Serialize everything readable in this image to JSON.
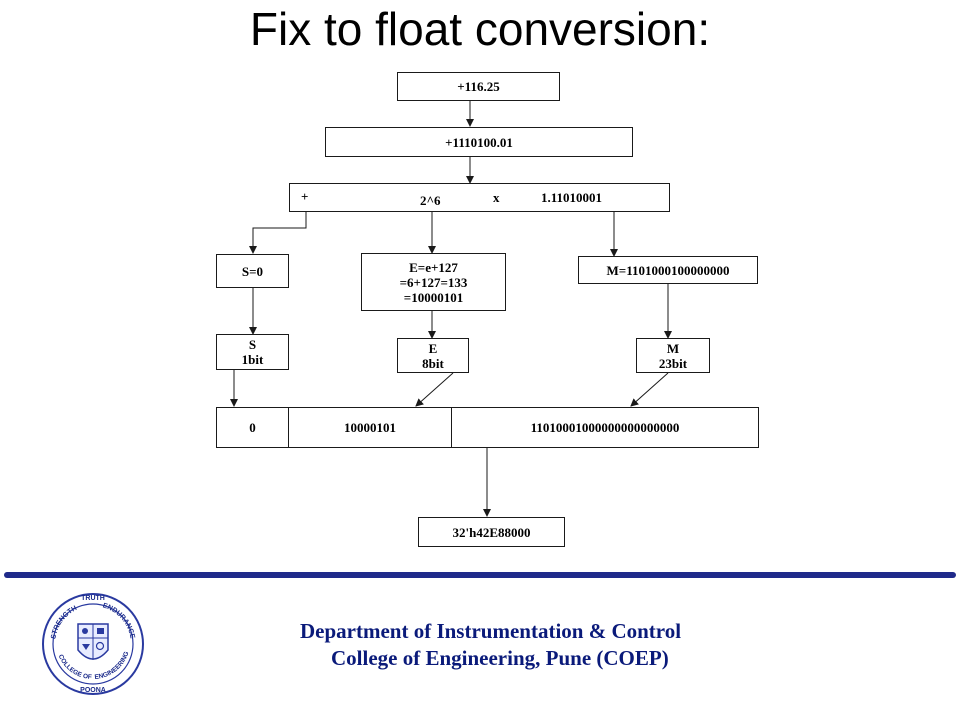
{
  "slide": {
    "title": "Fix to float conversion:"
  },
  "diagram": {
    "input": "+116.25",
    "binary": "+1110100.01",
    "normalized": {
      "sign": "+",
      "power": "2^6",
      "times": "x",
      "mantissa": "1.11010001"
    },
    "sign_calc": "S=0",
    "exponent_calc": [
      "E=e+127",
      "=6+127=133",
      "=10000101"
    ],
    "mantissa_calc": "M=1101000100000000",
    "sign_field": [
      "S",
      "1bit"
    ],
    "exponent_field": [
      "E",
      "8bit"
    ],
    "mantissa_field": [
      "M",
      "23bit"
    ],
    "result_bits": {
      "sign": "0",
      "exponent": "10000101",
      "mantissa": "11010001000000000000000"
    },
    "output": "32'h42E88000"
  },
  "footer": {
    "department": "Department of Instrumentation & Control",
    "college": "College of Engineering, Pune (COEP)",
    "seal_text": {
      "top": "TRUTH",
      "left": "STRENGTH",
      "right": "ENDURANCE",
      "bottom_left": "COLLEGE OF",
      "bottom_right": "ENGINEERING",
      "bottom": "POONA"
    }
  },
  "colors": {
    "rule": "#1f2a8a",
    "footer_text": "#0a1a7a",
    "box_border": "#1a1a1a"
  }
}
